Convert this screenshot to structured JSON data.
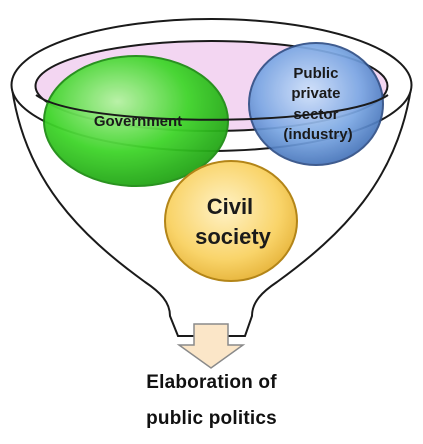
{
  "nodes": {
    "government": {
      "label": "Government",
      "color": "#2ed11a"
    },
    "public_private": {
      "label_lines": [
        "Public",
        "private",
        "sector",
        "(industry)"
      ],
      "color": "#5a8ed6"
    },
    "civil_society": {
      "label_lines": [
        "Civil",
        "society"
      ],
      "color": "#f7c948"
    }
  },
  "funnel": {
    "rim_color": "#f3d6f2",
    "outline_color": "#1a1a1a"
  },
  "arrow": {
    "fill_color": "#fbe6c8",
    "outline_color": "#8a8a8a"
  },
  "caption": {
    "line1": "Elaboration of",
    "line2": "public politics"
  }
}
